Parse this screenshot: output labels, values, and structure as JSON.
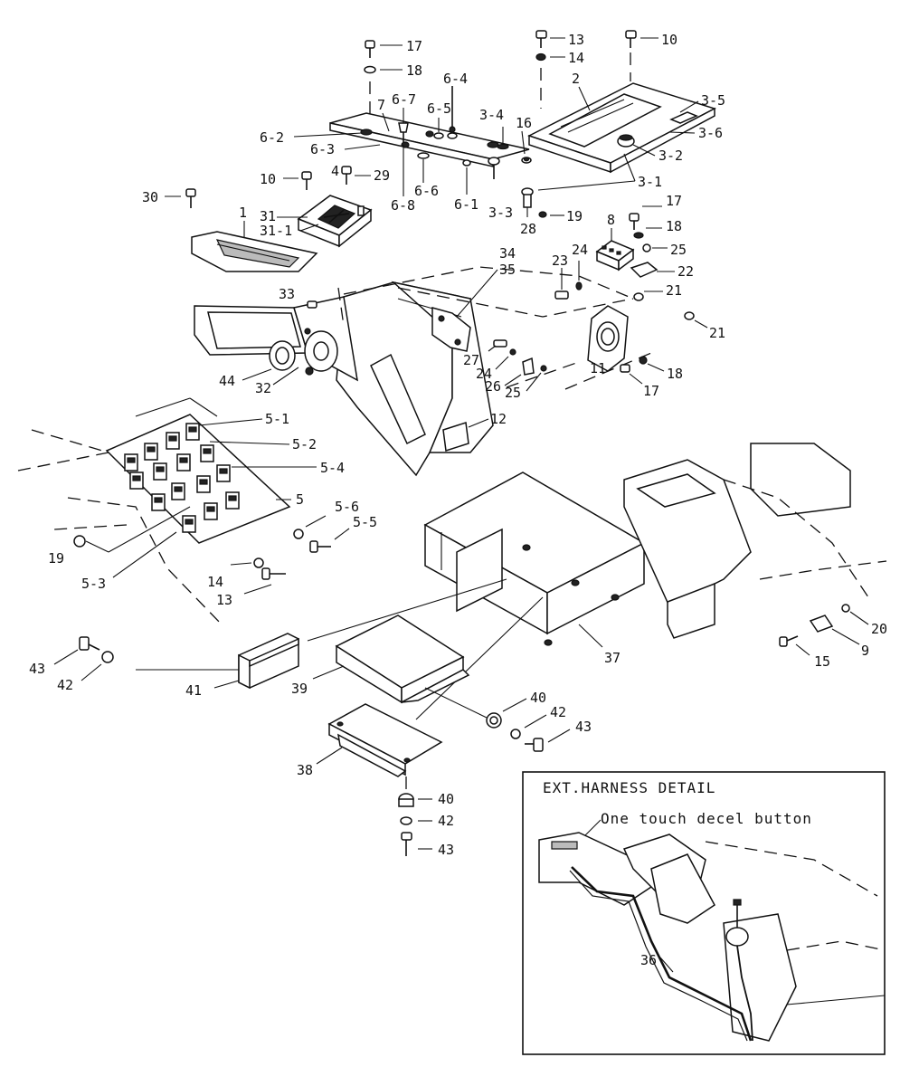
{
  "detail_box": {
    "title": "EXT.HARNESS DETAIL",
    "callout": "One touch decel button",
    "harness_label": "36"
  },
  "labels": {
    "l17a": "17",
    "l18a": "18",
    "l13a": "13",
    "l14a": "14",
    "l10a": "10",
    "l2": "2",
    "l3_5": "3-5",
    "l3_6": "3-6",
    "l3_2": "3-2",
    "l3_1": "3-1",
    "l6_4": "6-4",
    "l6_7": "6-7",
    "l7": "7",
    "l6_5": "6-5",
    "l3_4": "3-4",
    "l16": "16",
    "l6_2": "6-2",
    "l6_3": "6-3",
    "l29": "29",
    "l6_6": "6-6",
    "l6_8": "6-8",
    "l6_1": "6-1",
    "l3_3": "3-3",
    "l19a": "19",
    "l28": "28",
    "l10b": "10",
    "l4": "4",
    "l30": "30",
    "l1": "1",
    "l31": "31",
    "l31_1": "31-1",
    "l17b": "17",
    "l18b": "18",
    "l8": "8",
    "l25a": "25",
    "l24a": "24",
    "l23": "23",
    "l22": "22",
    "l21a": "21",
    "l21b": "21",
    "l34": "34",
    "l35": "35",
    "l33": "33",
    "l27": "27",
    "l24b": "24",
    "l26": "26",
    "l25b": "25",
    "l11": "11",
    "l18c": "18",
    "l17c": "17",
    "l44": "44",
    "l32": "32",
    "l12": "12",
    "l5_1": "5-1",
    "l5_2": "5-2",
    "l5_4": "5-4",
    "l5": "5",
    "l5_6": "5-6",
    "l5_5": "5-5",
    "l19b": "19",
    "l5_3": "5-3",
    "l14b": "14",
    "l13b": "13",
    "l37": "37",
    "l20": "20",
    "l9": "9",
    "l15": "15",
    "l43a": "43",
    "l42a": "42",
    "l41": "41",
    "l39": "39",
    "l40a": "40",
    "l42b": "42",
    "l43b": "43",
    "l38": "38",
    "l40b": "40",
    "l42c": "42",
    "l43c": "43"
  }
}
